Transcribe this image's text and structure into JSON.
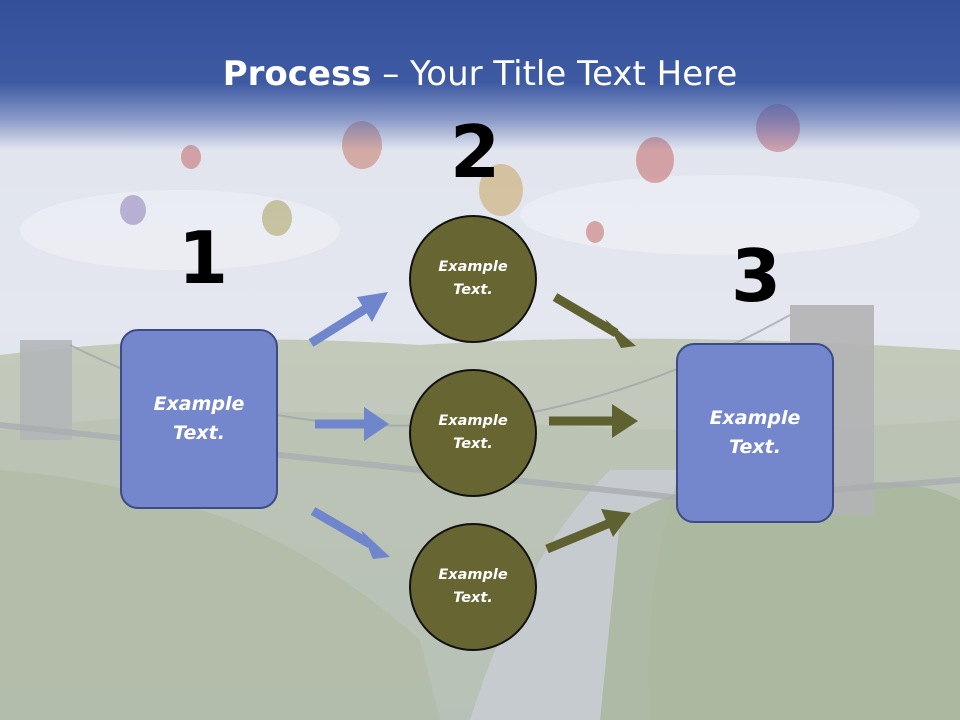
{
  "slide": {
    "title_bold": "Process",
    "title_rest": " – Your Title Text Here"
  },
  "steps": [
    {
      "number": "1"
    },
    {
      "number": "2"
    },
    {
      "number": "3"
    }
  ],
  "boxes": {
    "left": {
      "line1": "Example",
      "line2": "Text."
    },
    "right": {
      "line1": "Example",
      "line2": "Text."
    }
  },
  "circles": [
    {
      "line1": "Example",
      "line2": "Text."
    },
    {
      "line1": "Example",
      "line2": "Text."
    },
    {
      "line1": "Example",
      "line2": "Text."
    }
  ],
  "colors": {
    "title_band": "#3e5aa3",
    "box_fill": "#7486cc",
    "circle_fill": "#676633",
    "blue_arrow": "#6f85cc",
    "olive_arrow": "#5f6130"
  }
}
